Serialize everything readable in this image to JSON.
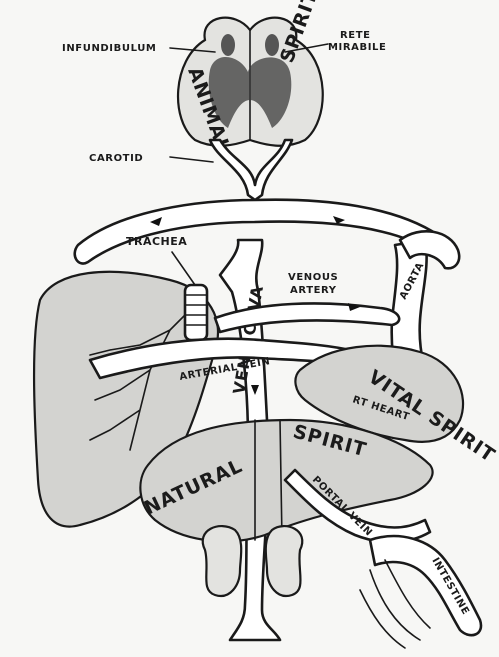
{
  "labels": {
    "infundibulum": "INFUNDIBULUM",
    "rete_mirabile": "RETE MIRABILE",
    "rete_line1": "RETE",
    "rete_line2": "MIRABILE",
    "animal": "ANIMAL",
    "spirit_top": "SPIRIT",
    "carotid": "CAROTID",
    "trachea": "TRACHEA",
    "venous_artery_line1": "VENOUS",
    "venous_artery_line2": "ARTERY",
    "aorta": "AORTA",
    "arterial_vein": "ARTERIAL VEIN",
    "vena_cava": "VENA CAVA",
    "vital_spirit": "VITAL SPIRIT",
    "rt_heart": "RT HEART",
    "natural_spirit_left": "NATURAL",
    "natural_spirit_right": "SPIRIT",
    "portal_vein": "PORTAL VEIN",
    "intestine": "INTESTINE"
  },
  "colors": {
    "ink": "#1a1a1a",
    "paper": "#f7f7f5",
    "organ_fill": "#d3d3d0"
  }
}
